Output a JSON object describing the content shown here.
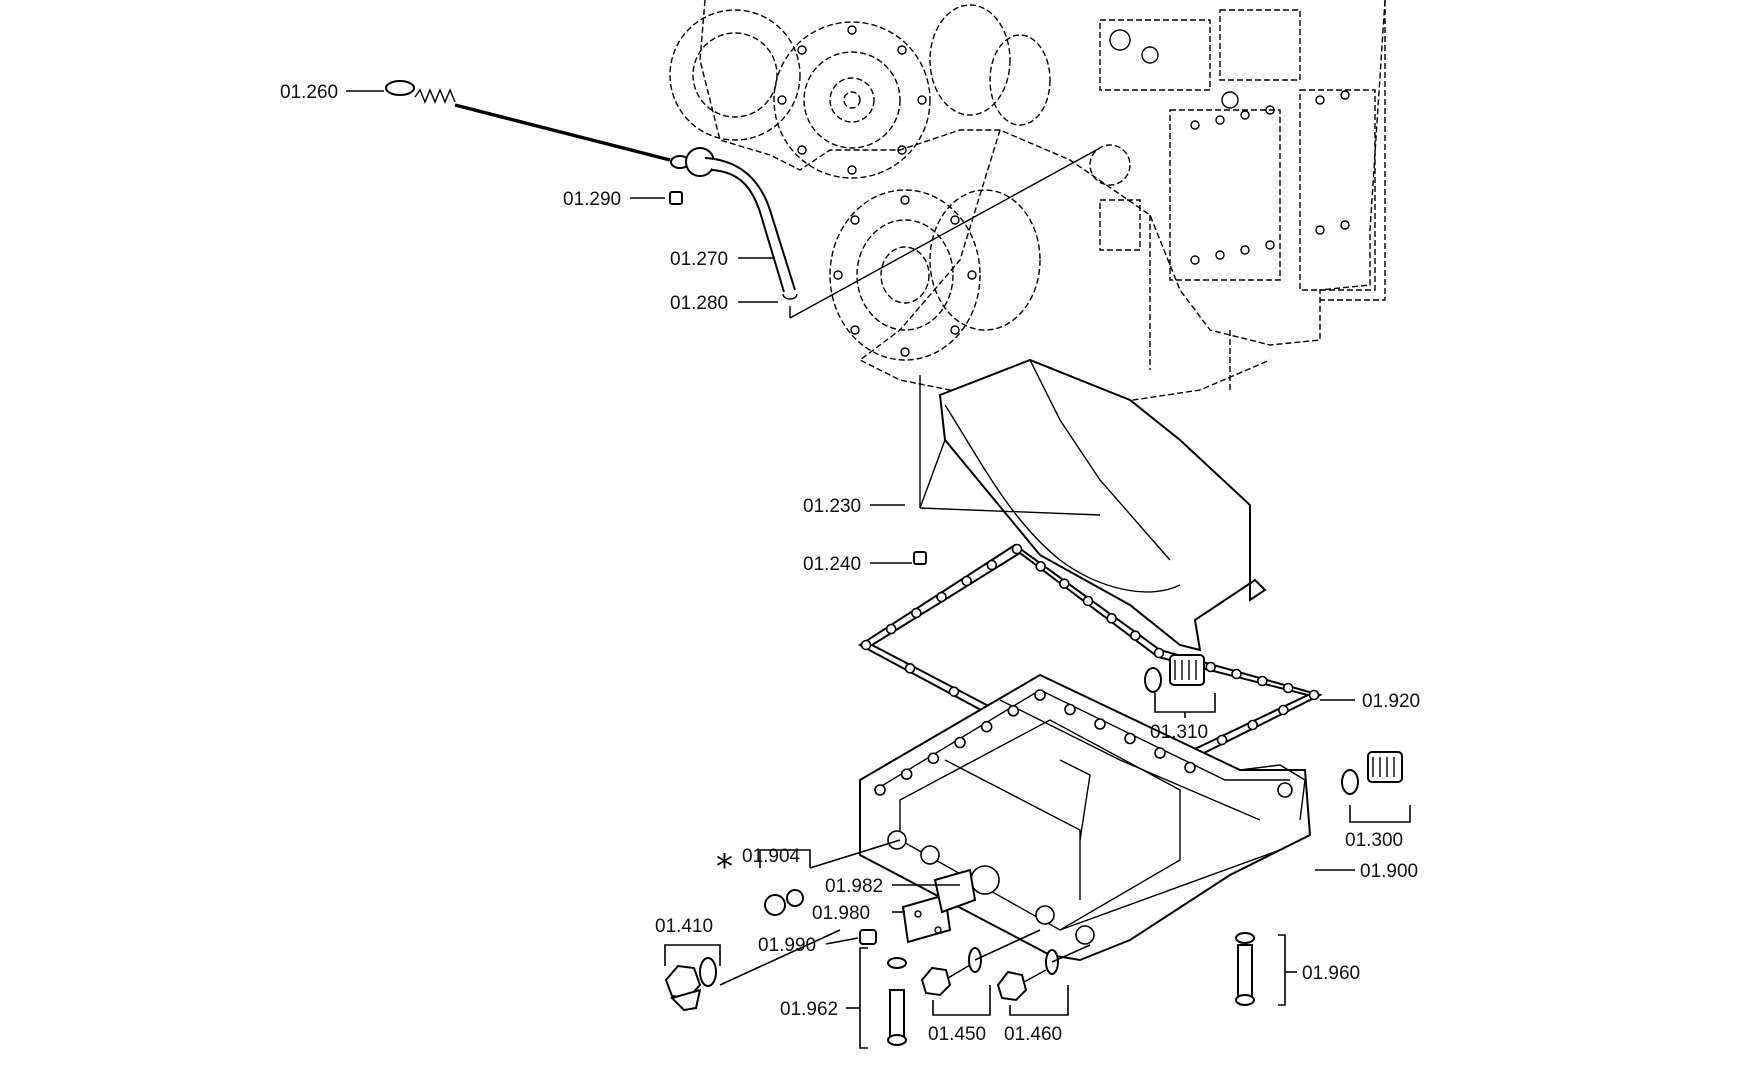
{
  "labels": {
    "p01_260": "01.260",
    "p01_290": "01.290",
    "p01_270": "01.270",
    "p01_280": "01.280",
    "p01_230": "01.230",
    "p01_240": "01.240",
    "p01_920": "01.920",
    "p01_310": "01.310",
    "p01_300": "01.300",
    "p01_900": "01.900",
    "p01_904": "01.904",
    "p01_982": "01.982",
    "p01_980": "01.980",
    "p01_990": "01.990",
    "p01_410": "01.410",
    "p01_962": "01.962",
    "p01_960": "01.960",
    "p01_450": "01.450",
    "p01_460": "01.460"
  },
  "marks": {
    "star": "*"
  }
}
